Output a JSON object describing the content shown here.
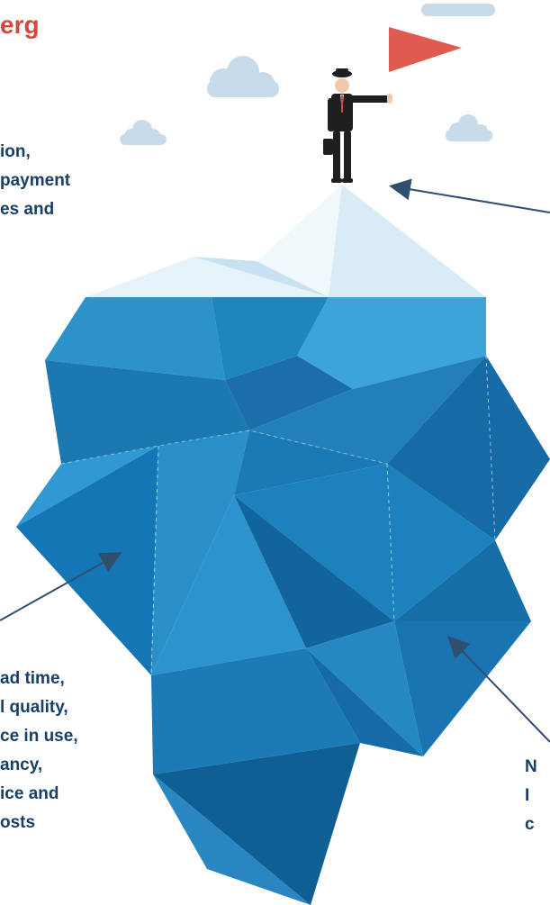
{
  "title": "erg",
  "labels": {
    "top_lines": [
      "ion,",
      "payment",
      "es and"
    ],
    "bottom_left_lines": [
      "ad time,",
      "l quality,",
      "ce in use,",
      "ancy,",
      "ice and",
      "osts"
    ],
    "bottom_right_lines": [
      "N",
      "I",
      "c"
    ]
  },
  "icons": {
    "flag": "flag-icon",
    "businessman": "businessman-icon",
    "cloud": "cloud-icon",
    "iceberg": "iceberg-icon",
    "arrow": "arrow-icon"
  },
  "colors": {
    "title": "#d24a3f",
    "text": "#173f67",
    "ice_light": "#dbeef8",
    "ice_mid": "#2f97cf",
    "ice_dark": "#0f5f95",
    "cloud": "#c8dbeb",
    "arrow": "#2f4f6f"
  }
}
